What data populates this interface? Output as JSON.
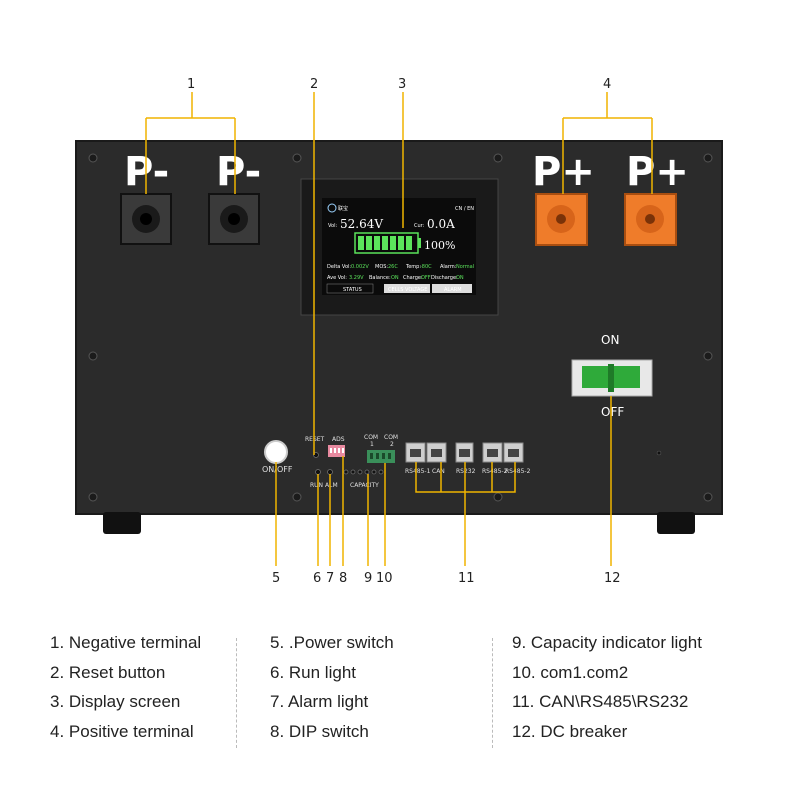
{
  "callouts": [
    "1",
    "2",
    "3",
    "4",
    "5",
    "6",
    "7",
    "8",
    "9",
    "10",
    "11",
    "12"
  ],
  "terminals": {
    "negative": "P-",
    "positive": "P+"
  },
  "display": {
    "brand": "联宝",
    "lang": "CN / EN",
    "vol_label": "Vol:",
    "vol_value": "52.64V",
    "cur_label": "Cur:",
    "cur_value": "0.0A",
    "percent": "100%",
    "delta_label": "Delta Vol:",
    "delta_value": "0.002V",
    "mos_label": "MOS:",
    "mos_value": "26C",
    "temp_label": "Temp:",
    "temp_value": "-80C",
    "alarm_label": "Alarm:",
    "alarm_value": "Normal",
    "ave_label": "Ave Vol:",
    "ave_value": "3.29V",
    "balance_label": "Balance:",
    "balance_value": "ON",
    "charge_label": "Charge:",
    "charge_value": "OFF",
    "discharge_label": "Discharge:",
    "discharge_value": "ON",
    "tabs": [
      "STATUS",
      "CELLS VOLTAGE",
      "ALARM"
    ]
  },
  "panel_labels": {
    "reset": "RESET",
    "ads": "ADS",
    "com1": "COM",
    "com1_num": "1",
    "com2": "COM",
    "com2_num": "2",
    "on_off": "ON/OFF",
    "run": "RUN",
    "alm": "ALM",
    "capacity": "CAPACITY",
    "rs485_1": "RS485-1",
    "can": "CAN",
    "rs232": "RS232",
    "rs485_2": "RS485-2",
    "rs485_2b": "RS485-2"
  },
  "breaker": {
    "on": "ON",
    "off": "OFF"
  },
  "legend": {
    "col1": [
      "1. Negative terminal",
      "2. Reset button",
      "3. Display screen",
      "4. Positive terminal"
    ],
    "col2": [
      "5. .Power switch",
      "6. Run light",
      "7. Alarm light",
      "8. DIP switch"
    ],
    "col3": [
      "9.  Capacity indicator light",
      "10. com1.com2",
      "11. CAN\\RS485\\RS232",
      "12. DC breaker"
    ]
  },
  "colors": {
    "callout_line": "#f0b400",
    "cabinet": "#2b2b2b",
    "positive_terminal": "#ef7c2a",
    "lcd_green": "#5be35b",
    "breaker_green": "#2faa3a"
  }
}
